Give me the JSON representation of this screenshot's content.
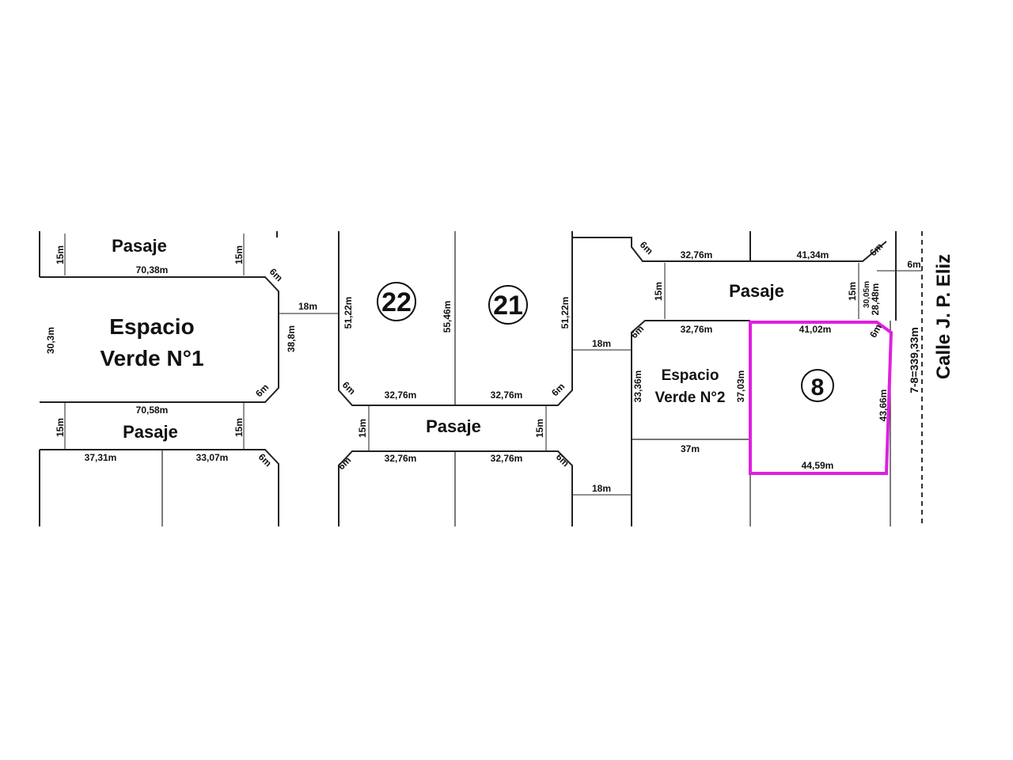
{
  "labels": {
    "pasaje": "Pasaje",
    "espacio_verde_1_line1": "Espacio",
    "espacio_verde_1_line2": "Verde N°1",
    "espacio_verde_2_line1": "Espacio",
    "espacio_verde_2_line2": "Verde N°2",
    "street": "Calle J. P. Eliz",
    "street_length": "7-8=339,33m"
  },
  "lots": {
    "lot_22": "22",
    "lot_21": "21",
    "lot_8": "8"
  },
  "measurements": {
    "m15": "15m",
    "m6": "6m",
    "m18": "18m",
    "m70_38": "70,38m",
    "m70_58": "70,58m",
    "m30_3": "30,3m",
    "m38_8": "38,8m",
    "m51_22": "51,22m",
    "m55_46": "55,46m",
    "m32_76": "32,76m",
    "m37_31": "37,31m",
    "m33_07": "33,07m",
    "m41_34": "41,34m",
    "m41_02": "41,02m",
    "m33_36": "33,36m",
    "m37_03": "37,03m",
    "m37": "37m",
    "m44_59": "44,59m",
    "m43_66": "43,66m",
    "m28_48": "28,48m",
    "m30_05": "30,05m"
  },
  "colors": {
    "highlight": "#e020e0",
    "ink": "#222222"
  }
}
